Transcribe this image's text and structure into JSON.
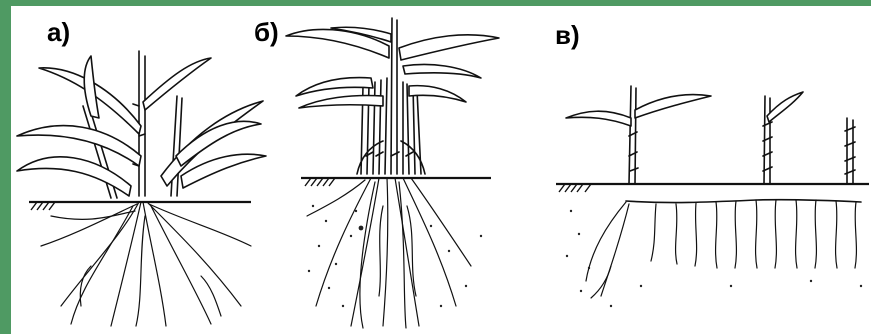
{
  "labels": {
    "a": "а)",
    "b": "б)",
    "v": "в)"
  }
}
